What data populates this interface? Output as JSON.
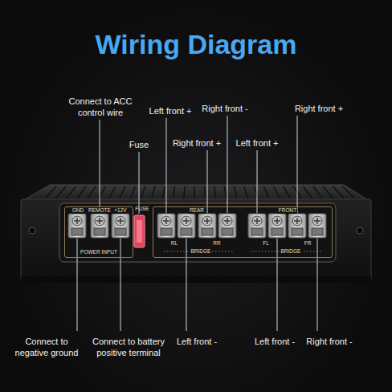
{
  "diagram": {
    "title": "Wiring Diagram",
    "nodes": [
      {
        "text": [
          "GND",
          "REMOTE",
          "+12V",
          "POWER INPUT"
        ]
      },
      {
        "text": [
          "REAR",
          "FRONT",
          "RL",
          "RR",
          "FL",
          "FR",
          "BRIDGE",
          "BRIDGE"
        ]
      }
    ],
    "labels": [
      "Connect to ACC control wire",
      "Fuse",
      "Left front +",
      "Right front -",
      "Right front +",
      "Left front +",
      "Right front +",
      "Connect to negative ground",
      "Connect to battery positive terminal",
      "Left front -",
      "Left front -",
      "Right front -",
      "FUSE"
    ]
  }
}
